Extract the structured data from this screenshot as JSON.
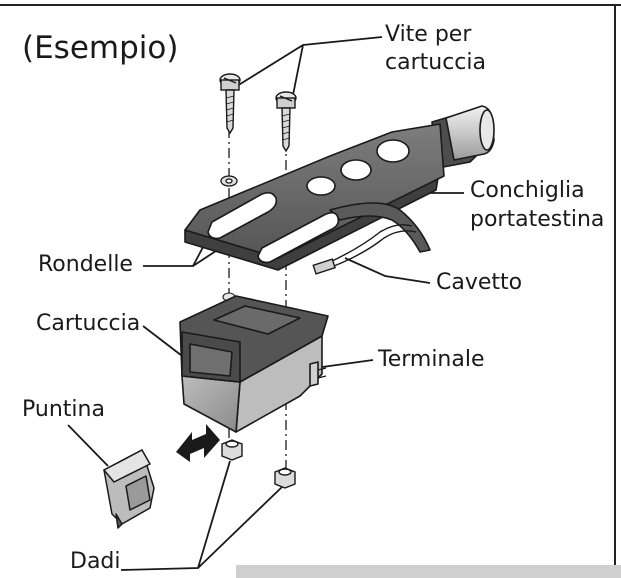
{
  "title": "(Esempio)",
  "labels": {
    "screws_line1": "Vite per",
    "screws_line2": "cartuccia",
    "headshell_line1": "Conchiglia",
    "headshell_line2": "portatestina",
    "washers": "Rondelle",
    "lead_wire": "Cavetto",
    "cartridge": "Cartuccia",
    "terminal": "Terminale",
    "stylus": "Puntina",
    "nuts": "Dadi"
  },
  "colors": {
    "headshell": "#6e6e6e",
    "headshell_dark": "#4a4a4a",
    "cartridge_top": "#5f5f5f",
    "cartridge_side": "#8a8a8a",
    "metal_light": "#d9d9d9",
    "line": "#1a1a1a"
  }
}
